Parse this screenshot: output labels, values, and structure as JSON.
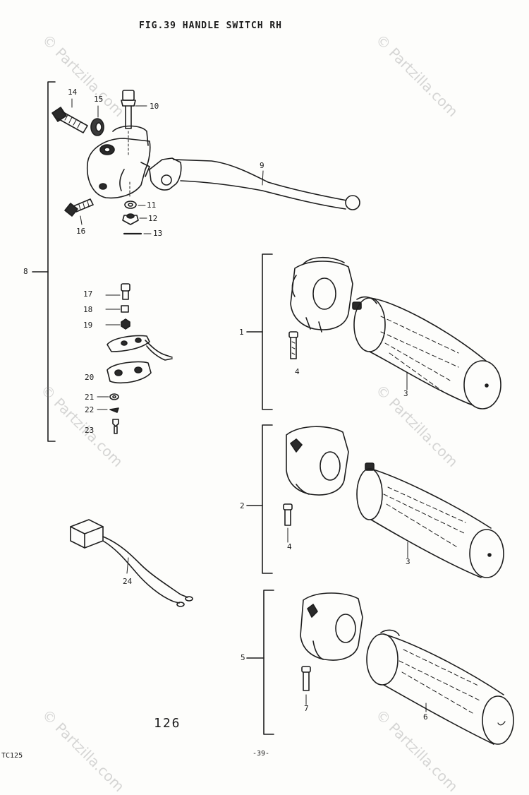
{
  "title": "FIG.39 HANDLE SWITCH RH",
  "watermark": "© Partzilla.com",
  "footer": {
    "model": "TC125",
    "page_number": "-39-",
    "figure_code": "126"
  },
  "callouts": {
    "c1": "1",
    "c2": "2",
    "c3a": "3",
    "c3b": "3",
    "c4a": "4",
    "c4b": "4",
    "c5": "5",
    "c6": "6",
    "c7": "7",
    "c8": "8",
    "c9": "9",
    "c10": "10",
    "c11": "11",
    "c12": "12",
    "c13": "13",
    "c14": "14",
    "c15": "15",
    "c16": "16",
    "c17": "17",
    "c18": "18",
    "c19": "19",
    "c20": "20",
    "c21": "21",
    "c22": "22",
    "c23": "23",
    "c24": "24"
  }
}
